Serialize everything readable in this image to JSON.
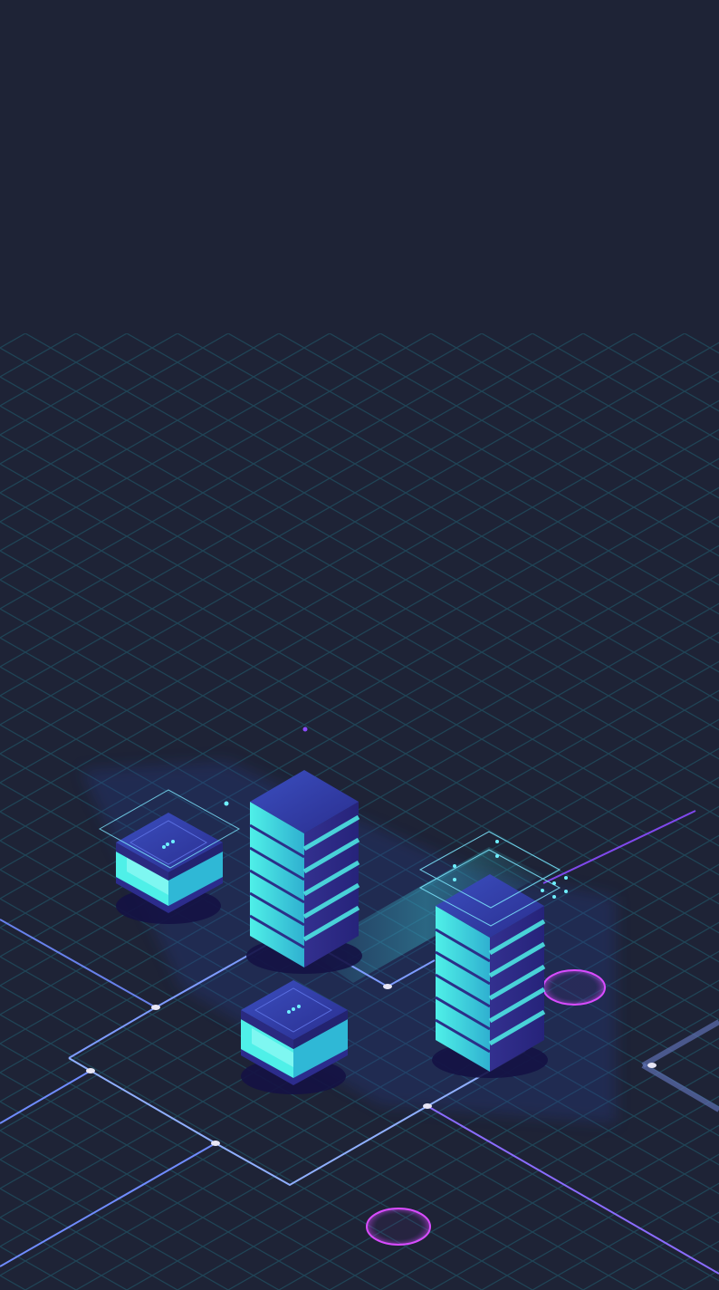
{
  "colors": {
    "background": "#1e2336",
    "grid_line": "#1f4a5a",
    "circuit_line": "#6f8cff",
    "circuit_line_violet": "#8a4cff",
    "node": "#e8e6f5",
    "cyan_face": "#4ff0e8",
    "cyan_face_mid": "#2fb8d6",
    "navy_face": "#2c2c8c",
    "top_face": "#3a47b8",
    "outline_cyan": "#7de8ff",
    "magenta_ring": "#d94cff"
  },
  "illustration": {
    "subject": "isometric-data-center",
    "elements": [
      "server-tower-left",
      "server-tower-right",
      "server-module-upper",
      "server-module-lower",
      "hologram-panels",
      "circuit-lines",
      "isometric-grid",
      "portal-rings"
    ]
  }
}
